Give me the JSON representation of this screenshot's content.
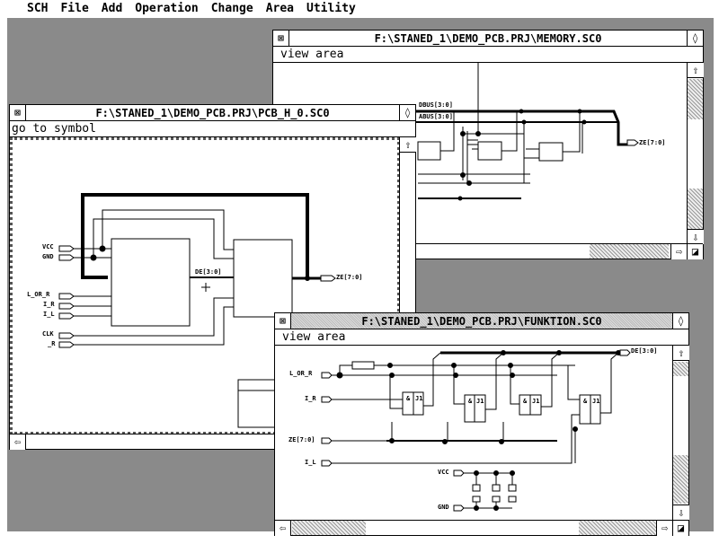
{
  "menu": [
    "SCH",
    "File",
    "Add",
    "Operation",
    "Change",
    "Area",
    "Utility"
  ],
  "windows": {
    "memory": {
      "title": "F:\\STANED_1\\DEMO_PCB.PRJ\\MEMORY.SC0",
      "command": "view area",
      "labels": {
        "dbus": "DBUS[3:0]",
        "abus": "ABUS[3:0]",
        "ze": "ZE[7:0]"
      }
    },
    "pcb": {
      "title": "F:\\STANED_1\\DEMO_PCB.PRJ\\PCB_H_0.SC0",
      "command": "go to symbol",
      "labels": {
        "vcc": "VCC",
        "gnd": "GND",
        "l_or_r": "L_OR_R",
        "i_r": "I_R",
        "i_l": "I_L",
        "clk": "CLK",
        "r": "_R",
        "de": "DE[3:0]",
        "ze": "ZE[7:0]"
      }
    },
    "funktion": {
      "title": "F:\\STANED_1\\DEMO_PCB.PRJ\\FUNKTION.SC0",
      "command": "view area",
      "labels": {
        "l_or_r": "L_OR_R",
        "i_r": "I_R",
        "ze": "ZE[7:0]",
        "i_l": "I_L",
        "vcc": "VCC",
        "gnd": "GND",
        "de": "DE[3:0]",
        "gate_and": "&",
        "gate_ff": "J1"
      }
    }
  },
  "icons": {
    "close": "close-box-icon",
    "full": "full-box-icon",
    "up": "arrow-up-icon",
    "down": "arrow-down-icon",
    "left": "arrow-left-icon",
    "right": "arrow-right-icon",
    "size": "size-box-icon"
  }
}
